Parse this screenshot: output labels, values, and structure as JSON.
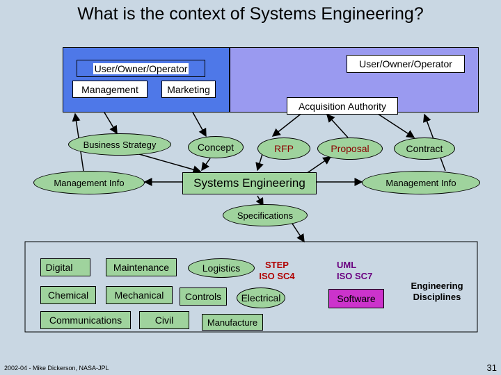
{
  "title": "What is the context of Systems Engineering?",
  "left_org": {
    "user_label": "User/Owner/Operator",
    "management_label": "Management",
    "marketing_label": "Marketing"
  },
  "right_org": {
    "user_label": "User/Owner/Operator",
    "acquisition_label": "Acquisition Authority"
  },
  "flows": {
    "business_strategy": "Business Strategy",
    "concept": "Concept",
    "rfp": "RFP",
    "proposal": "Proposal",
    "contract": "Contract",
    "management_info_left": "Management Info",
    "management_info_right": "Management Info",
    "systems_engineering": "Systems Engineering",
    "specifications": "Specifications"
  },
  "disciplines": {
    "digital": "Digital",
    "maintenance": "Maintenance",
    "logistics": "Logistics",
    "step": "STEP",
    "iso_sc4": "ISO SC4",
    "uml": "UML",
    "iso_sc7": "ISO SC7",
    "chemical": "Chemical",
    "mechanical": "Mechanical",
    "controls": "Controls",
    "electrical": "Electrical",
    "software": "Software",
    "communications": "Communications",
    "civil": "Civil",
    "manufacture": "Manufacture",
    "engineering_disciplines_line1": "Engineering",
    "engineering_disciplines_line2": "Disciplines"
  },
  "footer": {
    "credit": "2002-04 - Mike Dickerson, NASA-JPL",
    "page_number": "31"
  },
  "colors": {
    "background": "#c9d7e3",
    "left_panel": "#4e78e8",
    "right_panel": "#9a9af0",
    "oval_fill": "#9fd39d",
    "discipline_box": "#9fd39d",
    "standards_text": "#b00000",
    "uml_text": "#6a0080",
    "software_box": "#cc33cc"
  }
}
